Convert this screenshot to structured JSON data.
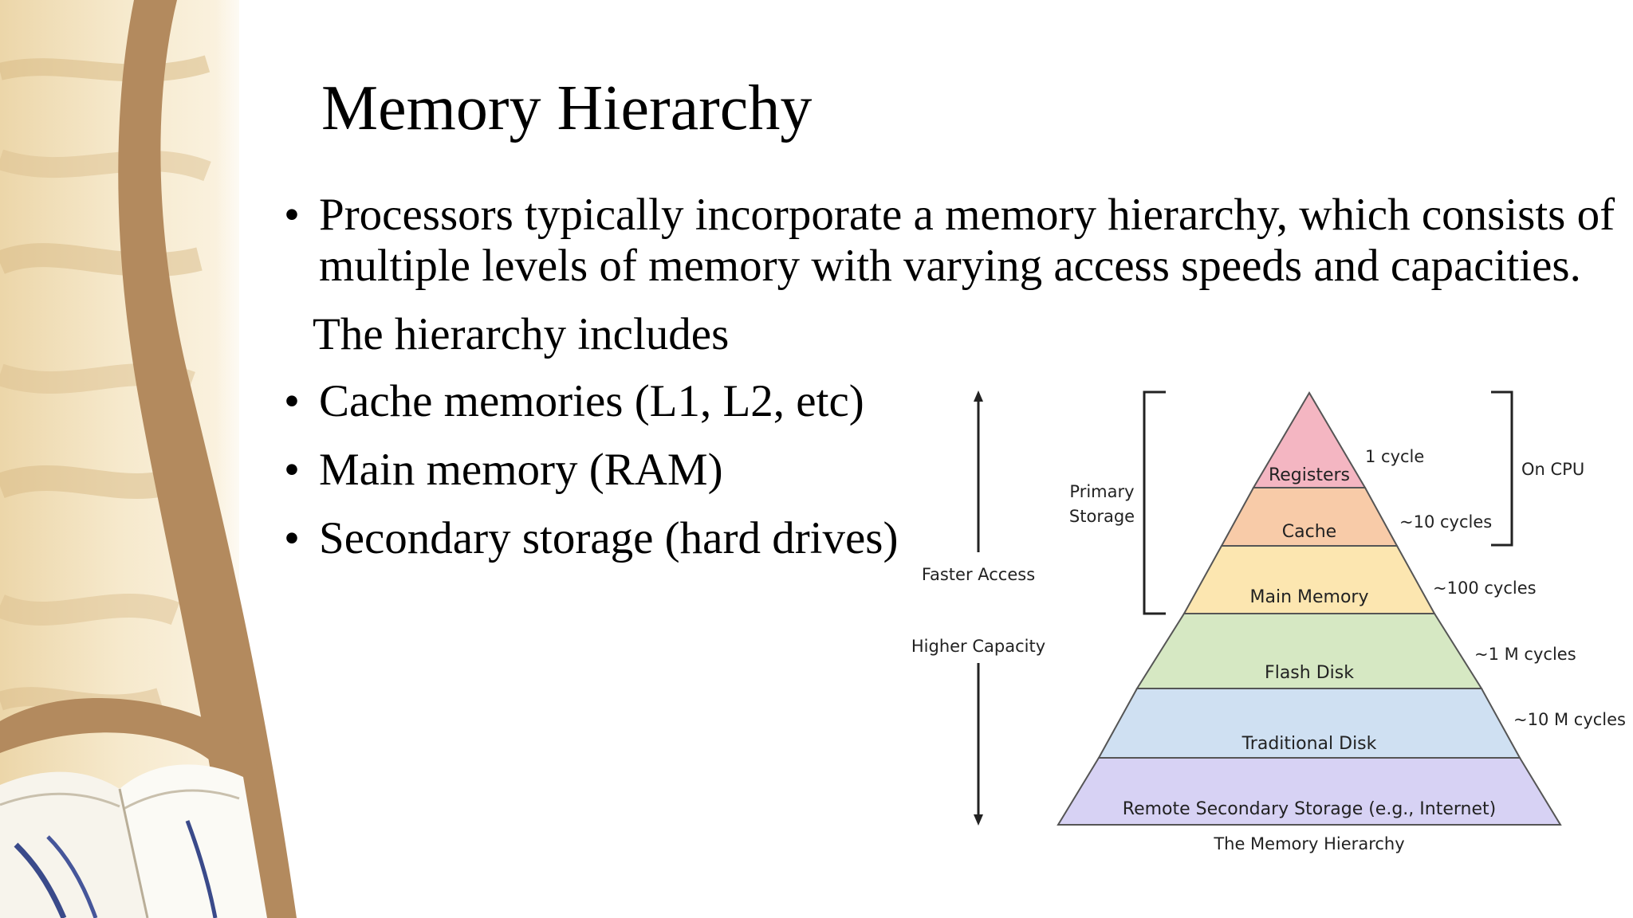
{
  "slide": {
    "title": "Memory Hierarchy",
    "bullets": {
      "intro": "Processors typically incorporate a memory hierarchy, which consists of multiple levels of memory with varying access speeds and capacities.",
      "lead": "The hierarchy includes",
      "items": [
        "Cache memories (L1, L2, etc)",
        "Main memory (RAM)",
        "Secondary storage (hard drives)"
      ]
    }
  },
  "diagram": {
    "caption": "The Memory Hierarchy",
    "levels": [
      {
        "label": "Registers",
        "color": "#f4b6c2"
      },
      {
        "label": "Cache",
        "color": "#f8cba8"
      },
      {
        "label": "Main Memory",
        "color": "#fce6b0"
      },
      {
        "label": "Flash Disk",
        "color": "#d6e8c3"
      },
      {
        "label": "Traditional Disk",
        "color": "#cfe0f2"
      },
      {
        "label": "Remote Secondary Storage (e.g., Internet)",
        "color": "#d7d2f4"
      }
    ],
    "latencies": [
      "1 cycle",
      "~10 cycles",
      "~100 cycles",
      "~1 M cycles",
      "~10 M cycles"
    ],
    "primary_storage_label": [
      "Primary",
      "Storage"
    ],
    "on_cpu_label": "On CPU",
    "faster_access_label": "Faster Access",
    "higher_capacity_label": "Higher Capacity"
  },
  "colors": {
    "frame_brown": "#b38a5e",
    "wood_light": "#f2e3c2",
    "wood_dark": "#ddc08e"
  }
}
